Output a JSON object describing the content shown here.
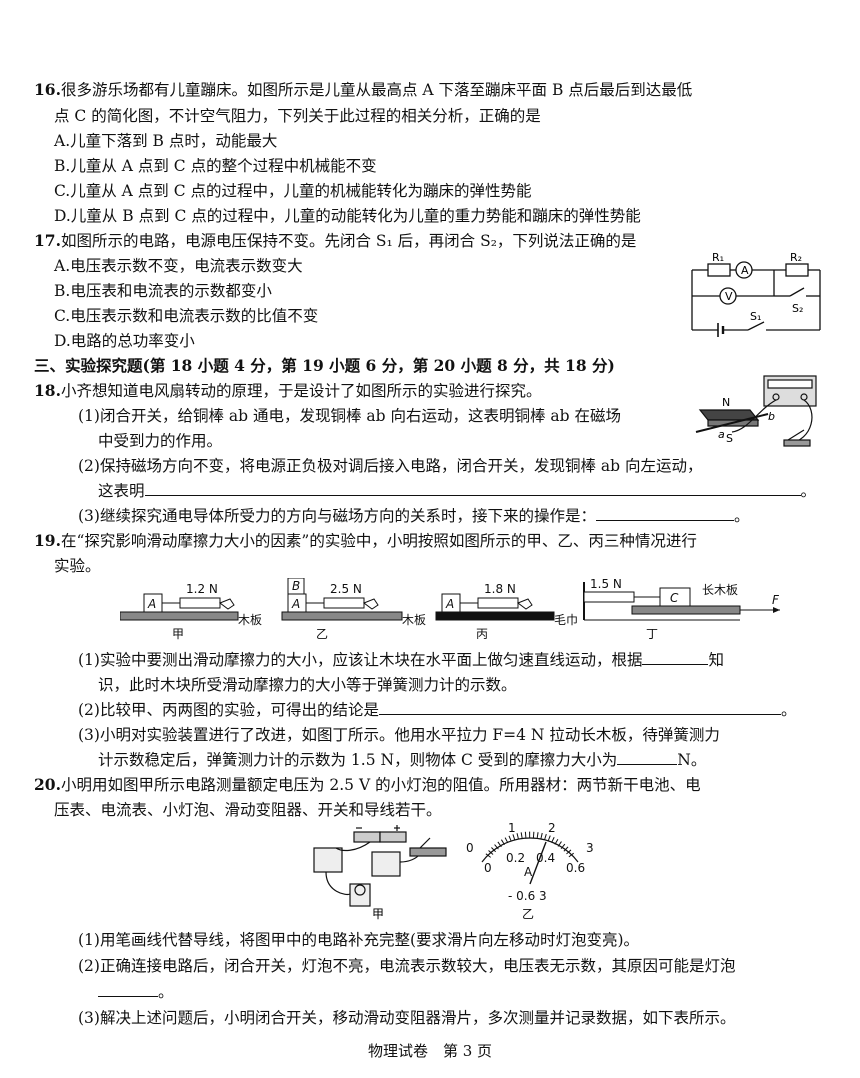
{
  "q16": {
    "num": "16.",
    "stem1": "很多游乐场都有儿童蹦床。如图所示是儿童从最高点 A 下落至蹦床平面 B 点后最后到达最低",
    "stem2": "点 C 的简化图，不计空气阻力，下列关于此过程的相关分析，正确的是",
    "options": [
      "A.儿童下落到 B 点时，动能最大",
      "B.儿童从 A 点到 C 点的整个过程中机械能不变",
      "C.儿童从 A 点到 C 点的过程中，儿童的机械能转化为蹦床的弹性势能",
      "D.儿童从 B 点到 C 点的过程中，儿童的动能转化为儿童的重力势能和蹦床的弹性势能"
    ]
  },
  "q17": {
    "num": "17.",
    "stem": "如图所示的电路，电源电压保持不变。先闭合 S₁ 后，再闭合 S₂，下列说法正确的是",
    "options": [
      "A.电压表示数不变，电流表示数变大",
      "B.电压表和电流表的示数都变小",
      "C.电压表示数和电流表示数的比值不变",
      "D.电路的总功率变小"
    ],
    "fig": {
      "r1": "R₁",
      "r2": "R₂",
      "ammeter": "A",
      "voltmeter": "V",
      "s1": "S₁",
      "s2": "S₂"
    }
  },
  "section3": "三、实验探究题(第 18 小题 4 分，第 19 小题 6 分，第 20 小题 8 分，共 18 分)",
  "q18": {
    "num": "18.",
    "stem": "小齐想知道电风扇转动的原理，于是设计了如图所示的实验进行探究。",
    "p1a": "(1)闭合开关，给铜棒 ab 通电，发现铜棒 ab 向右运动，这表明铜棒 ab 在磁场",
    "p1b": "中受到力的作用。",
    "p2a": "(2)保持磁场方向不变，将电源正负极对调后接入电路，闭合开关，发现铜棒 ab 向左运动，",
    "p2b": "这表明",
    "p3": "(3)继续探究通电导体所受力的方向与磁场方向的关系时，接下来的操作是：",
    "fig": {
      "n": "N",
      "s": "S",
      "a": "a",
      "b": "b"
    },
    "end": "。"
  },
  "q19": {
    "num": "19.",
    "stem1": "在“探究影响滑动摩擦力大小的因素”的实验中，小明按照如图所示的甲、乙、丙三种情况进行",
    "stem2": "实验。",
    "figs": {
      "jia": {
        "force": "1.2 N",
        "block": "A",
        "surface": "木板",
        "name": "甲"
      },
      "yi": {
        "force": "2.5 N",
        "block": "A",
        "top": "B",
        "surface": "木板",
        "name": "乙"
      },
      "bing": {
        "force": "1.8 N",
        "block": "A",
        "surface": "毛巾",
        "name": "丙"
      },
      "ding": {
        "force": "1.5 N",
        "block": "C",
        "surface": "长木板",
        "pull": "F",
        "name": "丁"
      }
    },
    "p1a": "(1)实验中要测出滑动摩擦力的大小，应该让木块在水平面上做匀速直线运动，根据",
    "p1a_end": "知",
    "p1b": "识，此时木块所受滑动摩擦力的大小等于弹簧测力计的示数。",
    "p2": "(2)比较甲、丙两图的实验，可得出的结论是",
    "p3a": "(3)小明对实验装置进行了改进，如图丁所示。他用水平拉力 F=4 N 拉动长木板，待弹簧测力",
    "p3b": "计示数稳定后，弹簧测力计的示数为 1.5 N，则物体 C 受到的摩擦力大小为",
    "p3b_end": "N。",
    "end": "。"
  },
  "q20": {
    "num": "20.",
    "stem1": "小明用如图甲所示电路测量额定电压为 2.5 V 的小灯泡的阻值。所用器材：两节新干电池、电",
    "stem2": "压表、电流表、小灯泡、滑动变阻器、开关和导线若干。",
    "fig_jia": "甲",
    "fig_yi": "乙",
    "meter": {
      "top_scale": [
        "0",
        "1",
        "2",
        "3"
      ],
      "bottom_scale": [
        "0",
        "0.2",
        "0.4",
        "0.6"
      ],
      "unit": "A",
      "terminals": "- 0.6 3"
    },
    "p1": "(1)用笔画线代替导线，将图甲中的电路补充完整(要求滑片向左移动时灯泡变亮)。",
    "p2a": "(2)正确连接电路后，闭合开关，灯泡不亮，电流表示数较大，电压表无示数，其原因可能是灯泡",
    "p2b_end": "。",
    "p3": "(3)解决上述问题后，小明闭合开关，移动滑动变阻器滑片，多次测量并记录数据，如下表所示。"
  },
  "footer": "物理试卷　第 3 页"
}
